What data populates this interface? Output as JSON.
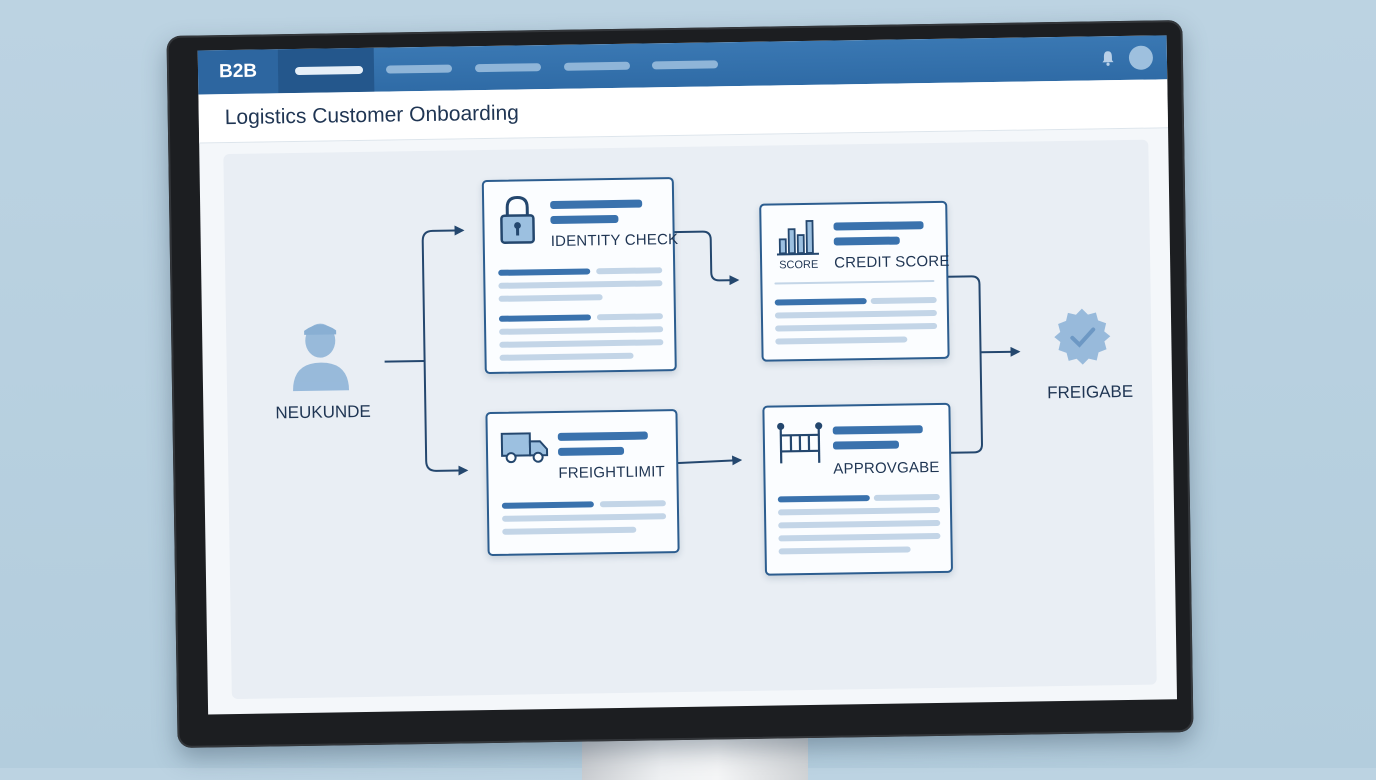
{
  "app": {
    "logo": "B2B",
    "nav_tabs": [
      "",
      "",
      "",
      "",
      ""
    ]
  },
  "page": {
    "title": "Logistics Customer Onboarding"
  },
  "flow": {
    "start": {
      "label": "NEUKUNDE",
      "icon": "person-icon"
    },
    "steps": [
      {
        "label": "IDENTITY CHECK",
        "icon": "lock-icon"
      },
      {
        "label": "CREDIT SCORE",
        "icon": "bar-chart-icon",
        "icon_caption": "SCORE"
      },
      {
        "label": "FREIGHTLIMIT",
        "icon": "truck-icon"
      },
      {
        "label": "APPROVGABE",
        "icon": "gate-icon"
      }
    ],
    "end": {
      "label": "FREIGABE",
      "icon": "approved-badge-icon"
    }
  },
  "colors": {
    "accent": "#2f6ba6",
    "dark": "#1f3553",
    "line": "#24476e"
  }
}
